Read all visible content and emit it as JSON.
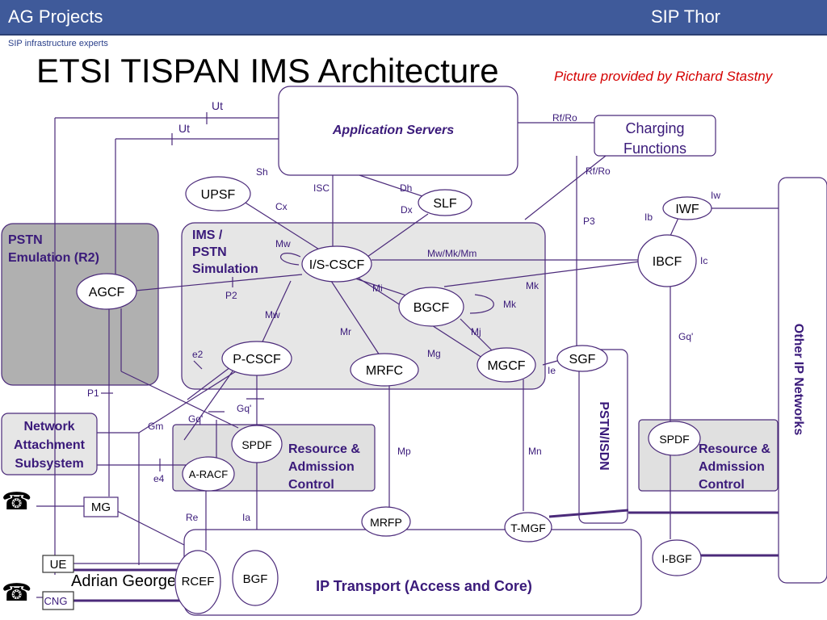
{
  "header": {
    "left": "AG Projects",
    "right": "SIP Thor"
  },
  "subtitle": "SIP infrastructure experts",
  "title": "ETSI TISPAN IMS Architecture",
  "credit": "Picture provided by Richard Stastny",
  "presenter": "Adrian Georgescu",
  "colors": {
    "header_bg": "#3f5a9a",
    "line": "#4b2a7a",
    "purple_text": "#3a1a7a",
    "box_gray": "#e6e6e6",
    "dark_gray": "#b0b0b0"
  },
  "icons": {
    "phone": "telephone-icon"
  },
  "nodes": {
    "app_servers": "Application Servers",
    "charging": [
      "Charging",
      "Functions"
    ],
    "upsf": "UPSF",
    "slf": "SLF",
    "iwf": "IWF",
    "ibcf": "IBCF",
    "other_ip": "Other IP Networks",
    "pstn_emu": [
      "PSTN",
      "Emulation (R2)"
    ],
    "agcf": "AGCF",
    "ims": [
      "IMS /",
      "PSTN",
      "Simulation"
    ],
    "iscscf": "I/S-CSCF",
    "bgcf": "BGCF",
    "pcscf": "P-CSCF",
    "mrfc": "MRFC",
    "mgcf": "MGCF",
    "sgf": "SGF",
    "pstn_isdn": "PSTN/ISDN",
    "nass": [
      "Network",
      "Attachment",
      "Subsystem"
    ],
    "spdf1": "SPDF",
    "arac": "A-RACF",
    "racs1": [
      "Resource &",
      "Admission",
      "Control"
    ],
    "spdf2": "SPDF",
    "racs2": [
      "Resource &",
      "Admission",
      "Control"
    ],
    "mg": "MG",
    "ue": "UE",
    "cng": "CNG",
    "mrfp": "MRFP",
    "tmgf": "T-MGF",
    "ibgf": "I-BGF",
    "rcef": "RCEF",
    "bgf": "BGF",
    "ip_transport": "IP Transport (Access and Core)"
  },
  "labels": {
    "ut1": "Ut",
    "ut2": "Ut",
    "rfro1": "Rf/Ro",
    "rfro2": "Rf/Ro",
    "sh": "Sh",
    "isc": "ISC",
    "dh": "Dh",
    "cx": "Cx",
    "dx": "Dx",
    "iw": "Iw",
    "ib": "Ib",
    "p3": "P3",
    "mw1": "Mw",
    "mwmkmm": "Mw/Mk/Mm",
    "ic": "Ic",
    "p2": "P2",
    "mi": "Mi",
    "mk1": "Mk",
    "mk2": "Mk",
    "mw2": "Mw",
    "mr": "Mr",
    "mj": "Mj",
    "gq1": "Gq'",
    "e2": "e2",
    "mg_ref": "Mg",
    "ie": "Ie",
    "p1": "P1",
    "gq2": "Gq'",
    "gq3": "Gq'",
    "gm": "Gm",
    "mp": "Mp",
    "mn": "Mn",
    "e4": "e4",
    "re": "Re",
    "ia": "Ia"
  }
}
